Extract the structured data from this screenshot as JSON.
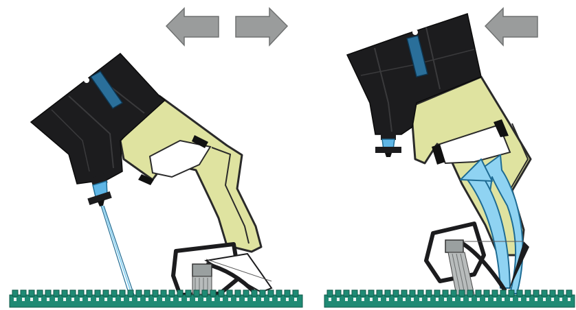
{
  "colors": {
    "background": "#ffffff",
    "arrow_fill": "#9a9c9c",
    "arrow_stroke": "#6f7171",
    "head_body": "#1c1c1e",
    "head_seam": "#3a3a3c",
    "blue_insert": "#2a6f9a",
    "nozzle_blue": "#5fb6e6",
    "jet_blue": "#8fd3f2",
    "jet_edge": "#1e6b93",
    "arm_fill": "#dfe3a0",
    "arm_stroke": "#2a2a2a",
    "rail_fill": "#1f8a74",
    "rail_edge": "#0f5a4a",
    "rail_slot": "#e8f2ef"
  },
  "panels": [
    {
      "id": "left",
      "arrows": [
        "arrow-left",
        "arrow-right"
      ],
      "spray": "fine-stream"
    },
    {
      "id": "right",
      "arrows": [
        "arrow-left"
      ],
      "spray": "wide-jet"
    }
  ]
}
